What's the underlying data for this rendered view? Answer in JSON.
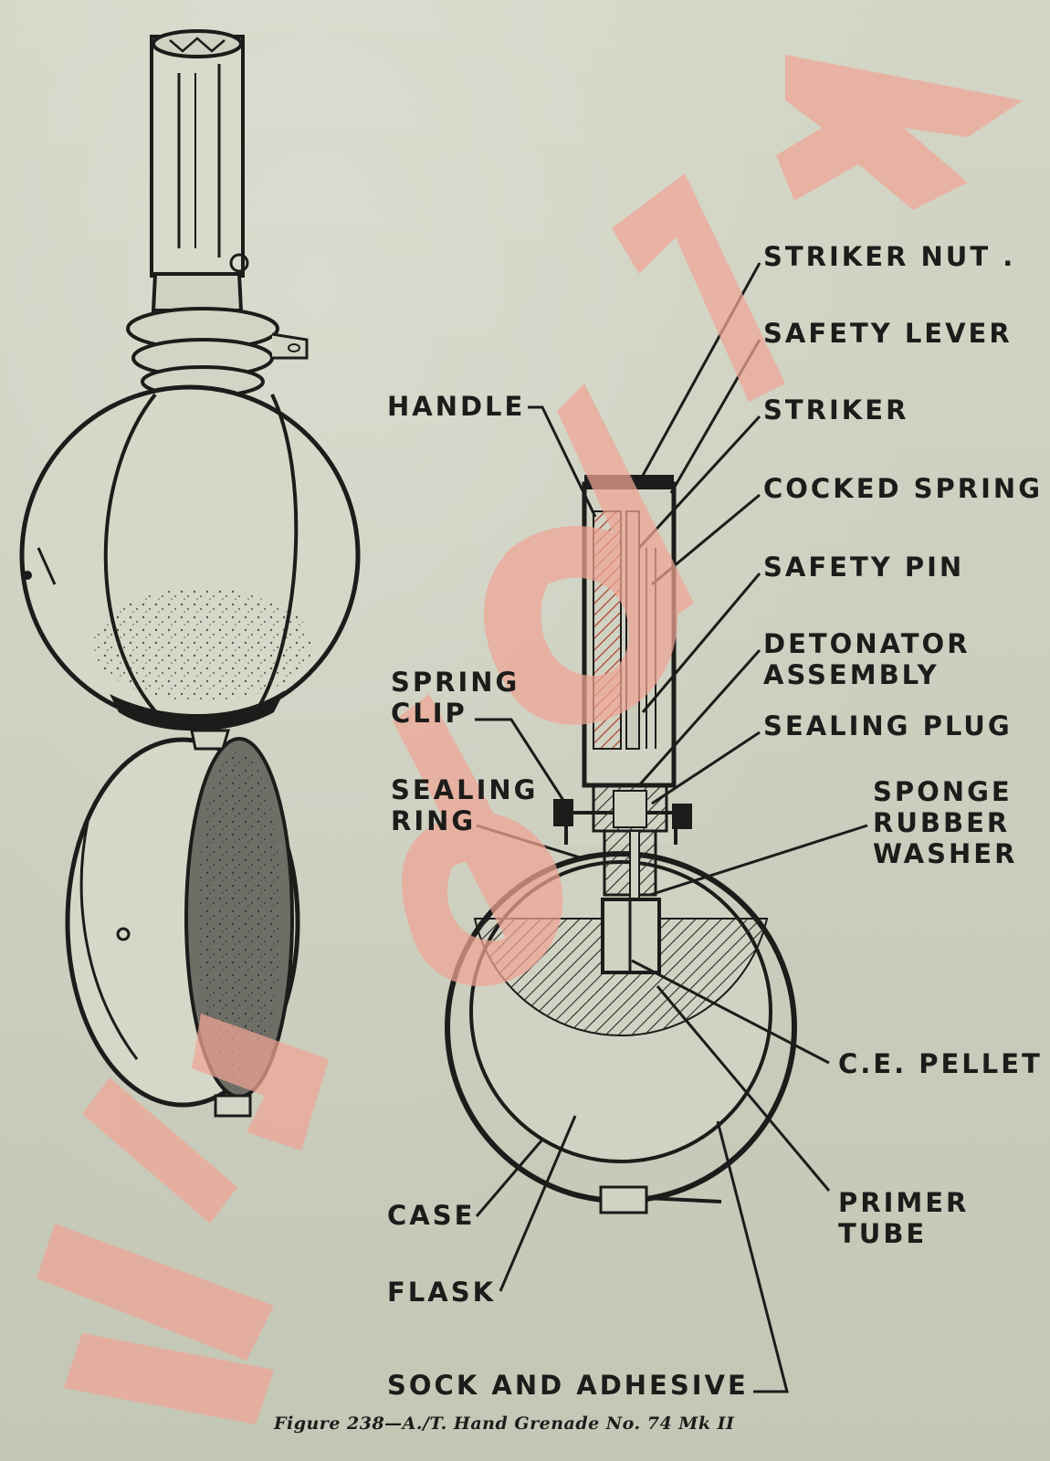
{
  "labels": {
    "striker_nut": "STRIKER NUT .",
    "safety_lever": "SAFETY LEVER",
    "handle": "HANDLE",
    "striker": "STRIKER",
    "cocked_spring": "COCKED SPRING",
    "safety_pin": "SAFETY PIN",
    "detonator_line1": "DETONATOR",
    "detonator_line2": "ASSEMBLY",
    "spring_clip_line1": "SPRING",
    "spring_clip_line2": "CLIP",
    "sealing_plug": "SEALING PLUG",
    "sealing_ring_line1": "SEALING",
    "sealing_ring_line2": "RING",
    "sponge_line1": "SPONGE",
    "sponge_line2": "RUBBER",
    "sponge_line3": "WASHER",
    "ce_pellet": "C.E. PELLET",
    "case": "CASE",
    "primer_line1": "PRIMER",
    "primer_line2": "TUBE",
    "flask": "FLASK",
    "sock": "SOCK AND ADHESIVE"
  },
  "caption": "Figure 238—A./T. Hand Grenade No. 74 Mk II",
  "colors": {
    "paper": "#cdd0c0",
    "ink": "#1c1c1a",
    "watermark": "#f0a595"
  }
}
